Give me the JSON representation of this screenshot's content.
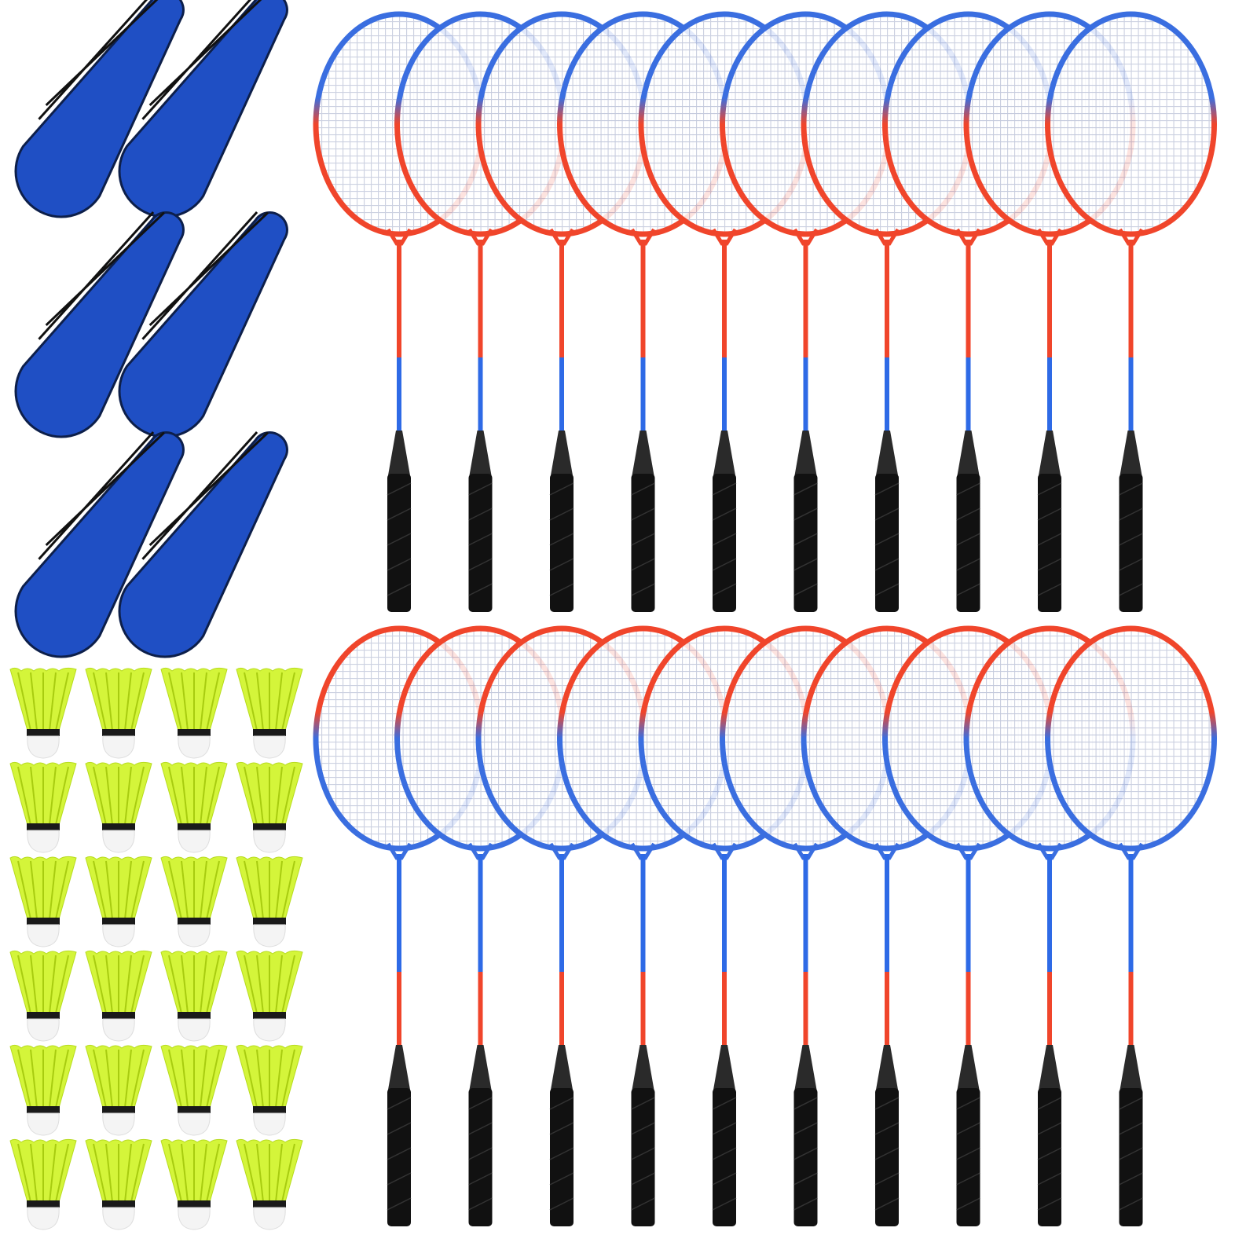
{
  "product": {
    "bags": {
      "count": 6,
      "columns": 2,
      "rows": 3,
      "color": "#1f4fc4",
      "edge_color": "#0d1f4a"
    },
    "shuttlecocks": {
      "count": 24,
      "columns": 4,
      "rows": 6,
      "skirt_color": "#d4f53a",
      "band_color": "#1a1a1a",
      "cork_color": "#f4f4f4"
    },
    "rackets": {
      "per_row": 10,
      "rows": [
        {
          "head_top": "#3a6ee0",
          "head_bottom": "#f0452b",
          "shaft_upper": "#f0452b",
          "shaft_lower": "#2e6ae6"
        },
        {
          "head_top": "#f0452b",
          "head_bottom": "#3a6ee0",
          "shaft_upper": "#2e6ae6",
          "shaft_lower": "#f0452b"
        }
      ],
      "handle_color": "#111111",
      "string_color": "#c9cfe0"
    }
  }
}
